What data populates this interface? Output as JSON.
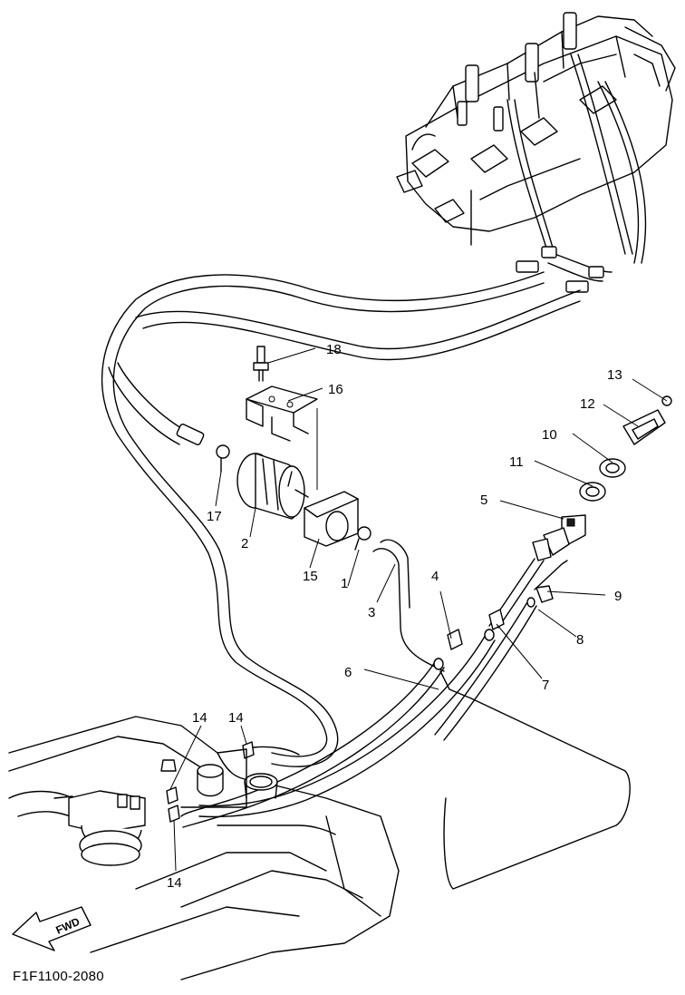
{
  "diagram": {
    "reference_code": "F1F1100-2080",
    "fwd_label": "FWD",
    "callouts": [
      {
        "id": "c1",
        "label": "1"
      },
      {
        "id": "c2",
        "label": "2"
      },
      {
        "id": "c3",
        "label": "3"
      },
      {
        "id": "c4",
        "label": "4"
      },
      {
        "id": "c5",
        "label": "5"
      },
      {
        "id": "c6",
        "label": "6"
      },
      {
        "id": "c7",
        "label": "7"
      },
      {
        "id": "c8",
        "label": "8"
      },
      {
        "id": "c9",
        "label": "9"
      },
      {
        "id": "c10",
        "label": "10"
      },
      {
        "id": "c11",
        "label": "11"
      },
      {
        "id": "c12",
        "label": "12"
      },
      {
        "id": "c13",
        "label": "13"
      },
      {
        "id": "c14a",
        "label": "14"
      },
      {
        "id": "c14b",
        "label": "14"
      },
      {
        "id": "c14c",
        "label": "14"
      },
      {
        "id": "c15",
        "label": "15"
      },
      {
        "id": "c16",
        "label": "16"
      },
      {
        "id": "c17",
        "label": "17"
      },
      {
        "id": "c18",
        "label": "18"
      }
    ]
  }
}
